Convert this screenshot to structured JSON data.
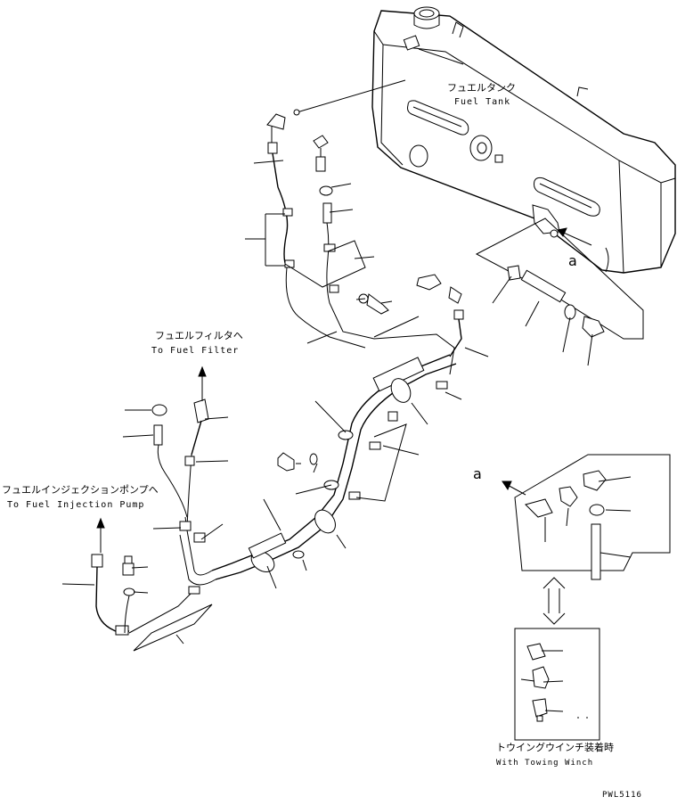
{
  "labels": {
    "fuel_tank_jp": "フュエルタンク",
    "fuel_tank_en": "Fuel Tank",
    "to_filter_jp": "フュエルフィルタヘ",
    "to_filter_en": "To Fuel Filter",
    "to_pump_jp": "フュエルインジェクションポンプヘ",
    "to_pump_en": "To Fuel Injection Pump",
    "winch_jp": "トウイングウインチ装着時",
    "winch_en": "With Towing Winch",
    "detail_ref_1": "a",
    "detail_ref_2": "a",
    "drawing_no": "PWL5116"
  },
  "icons": [
    "up-arrow-icon",
    "left-arrow-icon",
    "double-arrow-icon"
  ]
}
